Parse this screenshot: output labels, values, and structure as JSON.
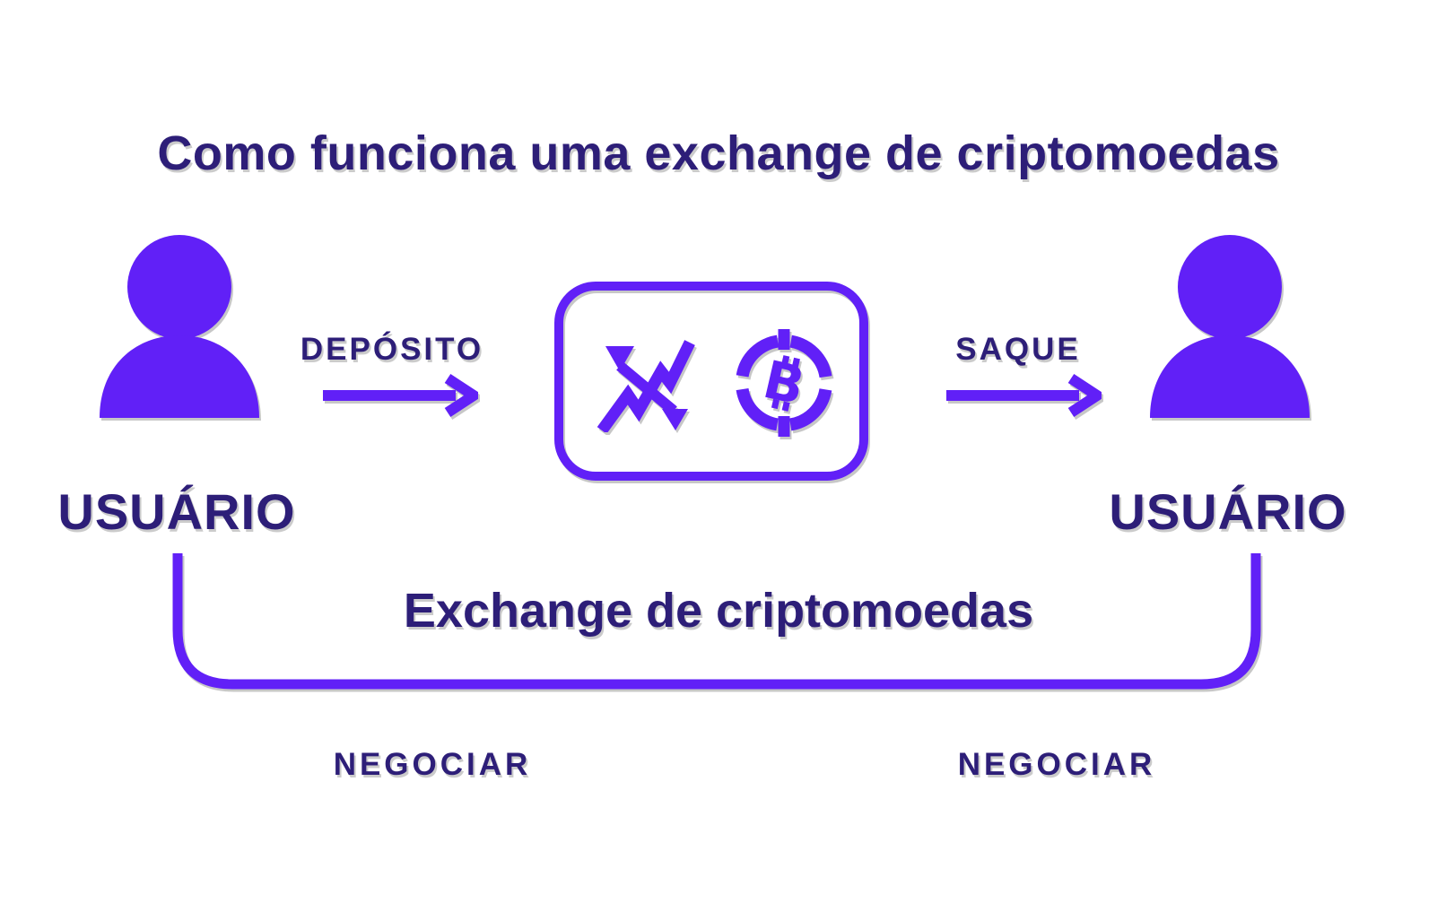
{
  "colors": {
    "purple": "#6120f7",
    "navy": "#2d1e78",
    "background": "#ffffff"
  },
  "diagram": {
    "title": "Como funciona uma exchange de criptomoedas",
    "users": [
      {
        "label": "USUÁRIO",
        "position": "left"
      },
      {
        "label": "USUÁRIO",
        "position": "right"
      }
    ],
    "flows": [
      {
        "label": "DEPÓSITO",
        "from": "user-left",
        "to": "exchange"
      },
      {
        "label": "SAQUE",
        "from": "exchange",
        "to": "user-right"
      }
    ],
    "exchange": {
      "label": "Exchange de criptomoedas",
      "icons": [
        "market-chart-icon",
        "bitcoin-icon"
      ]
    },
    "trade_labels": [
      "NEGOCIAR",
      "NEGOCIAR"
    ]
  }
}
